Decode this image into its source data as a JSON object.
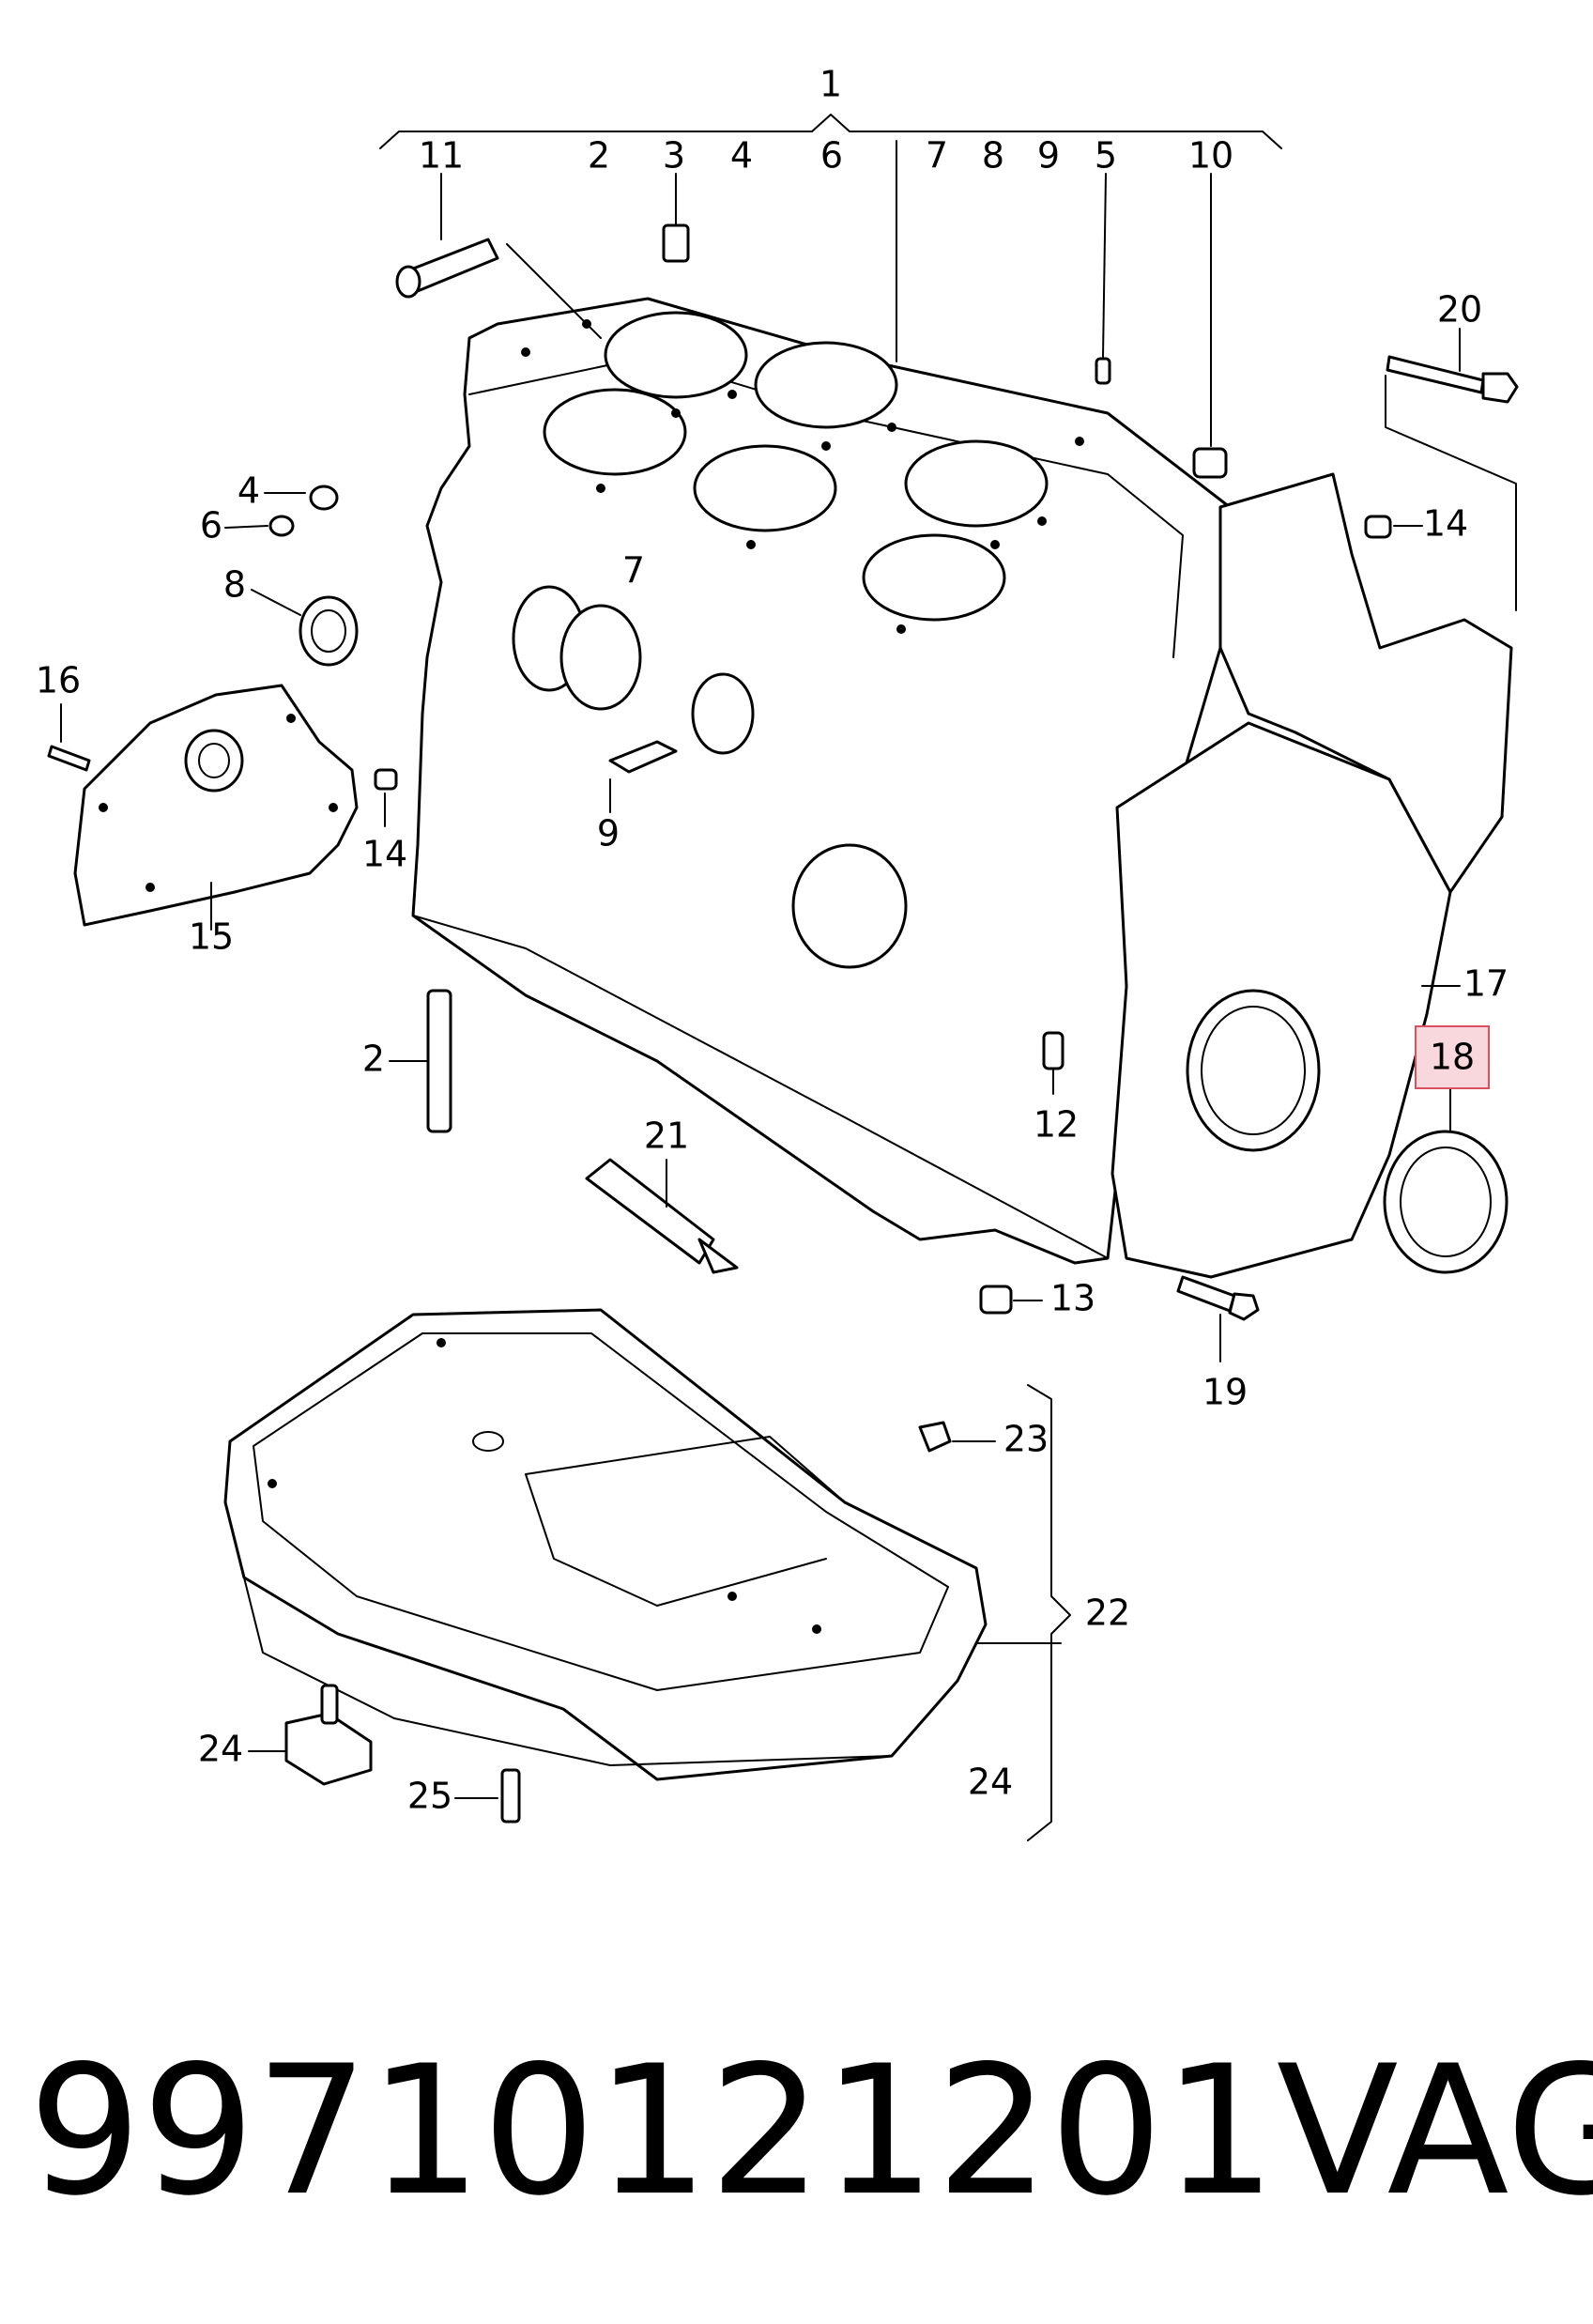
{
  "callouts": {
    "c1": "1",
    "c2_top": "2",
    "c3": "3",
    "c4_top": "4",
    "c6_top": "6",
    "c7_top": "7",
    "c8_top": "8",
    "c9_top": "9",
    "c5": "5",
    "c10": "10",
    "c11": "11",
    "c20": "20",
    "c4_left": "4",
    "c6_left": "6",
    "c8_left": "8",
    "c14_right": "14",
    "c7_mid": "7",
    "c16": "16",
    "c14_left": "14",
    "c15": "15",
    "c9_mid": "9",
    "c17": "17",
    "c18": "18",
    "c2_bolt": "2",
    "c12": "12",
    "c21": "21",
    "c13": "13",
    "c19": "19",
    "c23": "23",
    "c22": "22",
    "c24_right": "24",
    "c24_left": "24",
    "c25": "25"
  },
  "highlight_color": "#f8d8dc",
  "highlight_border": "#d9505e",
  "caption": {
    "part_number": "99710121201",
    "brand": "VAG"
  }
}
